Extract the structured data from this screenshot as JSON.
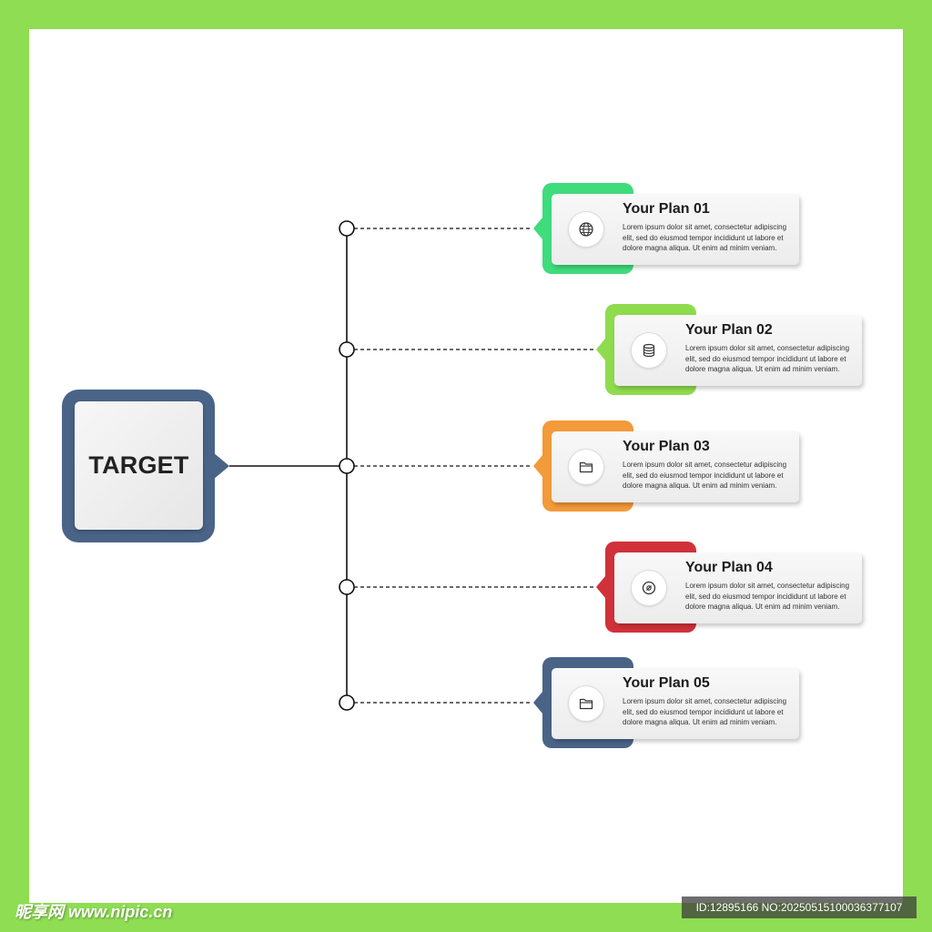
{
  "target": {
    "label": "TARGET",
    "color": "#4a6488"
  },
  "plans": [
    {
      "title": "Your Plan 01",
      "icon": "globe-icon",
      "color": "#3fdc7c",
      "description": "Lorem ipsum dolor sit amet, consectetur adipiscing elit, sed do eiusmod tempor incididunt ut labore et dolore magna aliqua. Ut enim ad minim veniam."
    },
    {
      "title": "Your Plan 02",
      "icon": "database-icon",
      "color": "#8fdb4e",
      "description": "Lorem ipsum dolor sit amet, consectetur adipiscing elit, sed do eiusmod tempor incididunt ut labore et dolore magna aliqua. Ut enim ad minim veniam."
    },
    {
      "title": "Your Plan 03",
      "icon": "folder-icon",
      "color": "#f39a3a",
      "description": "Lorem ipsum dolor sit amet, consectetur adipiscing elit, sed do eiusmod tempor incididunt ut labore et dolore magna aliqua. Ut enim ad minim veniam."
    },
    {
      "title": "Your Plan 04",
      "icon": "disc-icon",
      "color": "#d1313a",
      "description": "Lorem ipsum dolor sit amet, consectetur adipiscing elit, sed do eiusmod tempor incididunt ut labore et dolore magna aliqua. Ut enim ad minim veniam."
    },
    {
      "title": "Your Plan 05",
      "icon": "folder-icon",
      "color": "#4a6488",
      "description": "Lorem ipsum dolor sit amet, consectetur adipiscing elit, sed do eiusmod tempor incididunt ut labore et dolore magna aliqua. Ut enim ad minim veniam."
    }
  ],
  "watermark": {
    "site": "昵享网 www.nipic.cn",
    "id_text": "ID:12895166 NO:20250515100036377107"
  },
  "colors": {
    "frame": "#8fdd52",
    "background": "#ffffff",
    "line": "#111111"
  }
}
